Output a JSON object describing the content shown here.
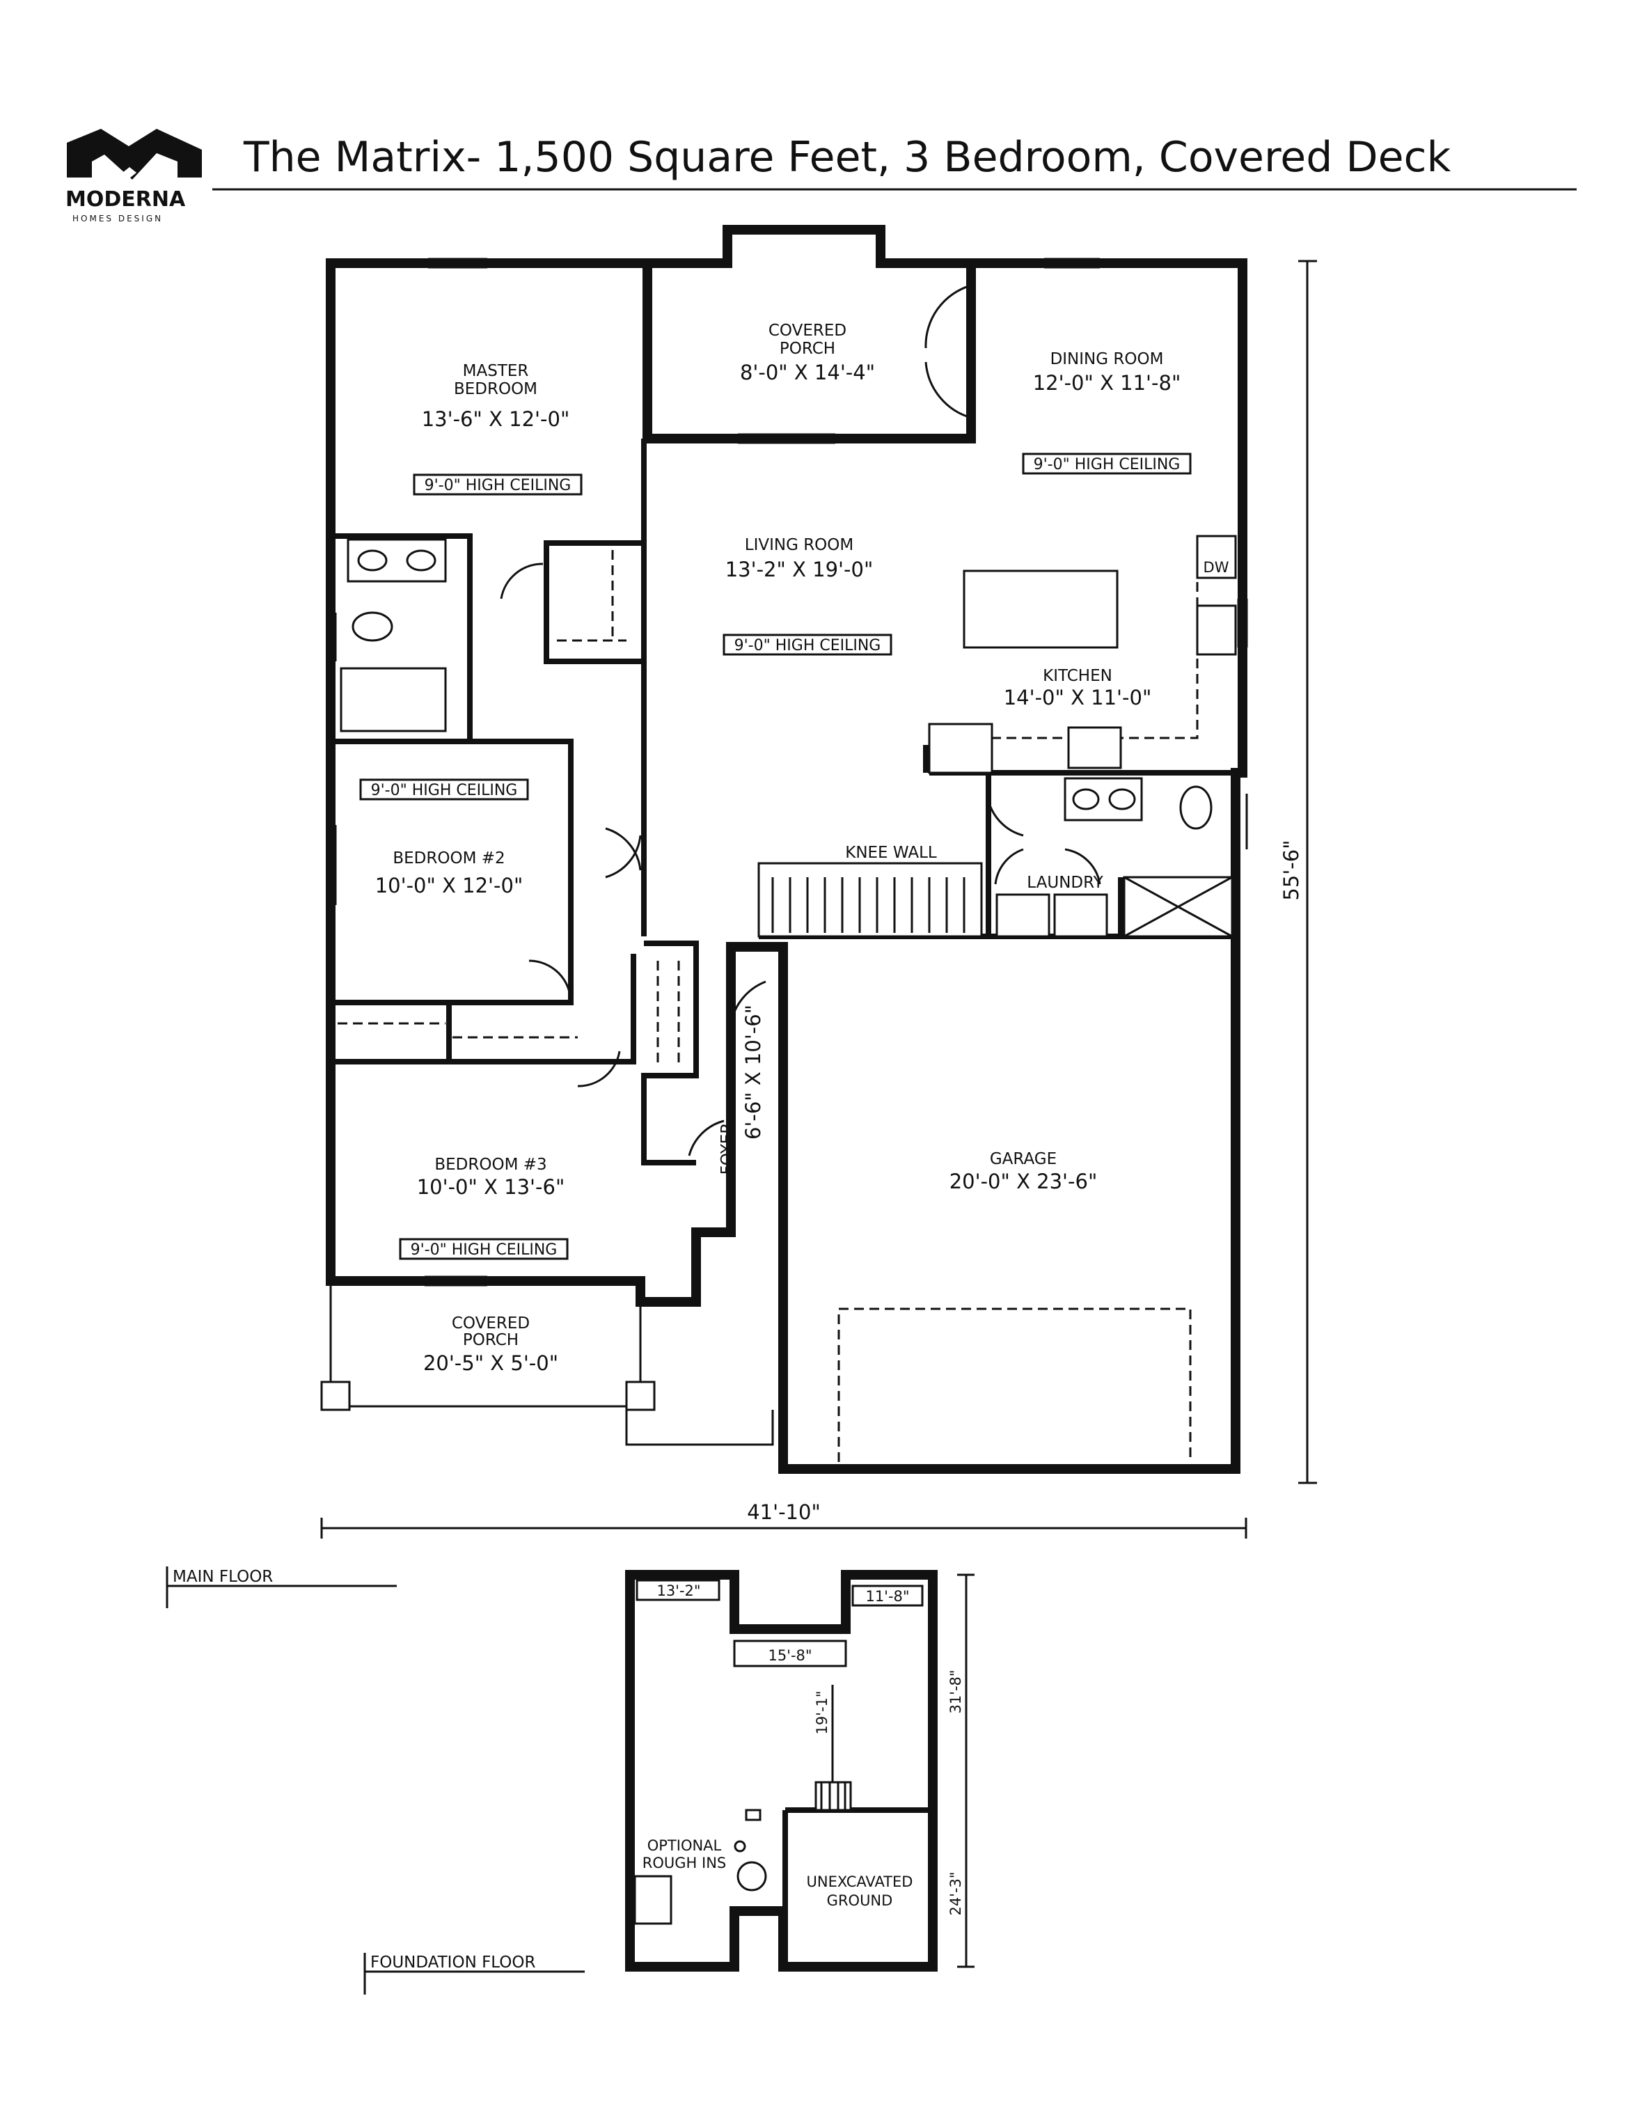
{
  "brand": {
    "name": "MODERNA",
    "sub": "HOMES DESIGN"
  },
  "title": "The  Matrix- 1,500 Square Feet, 3 Bedroom, Covered Deck",
  "main_floor": {
    "label": "MAIN FLOOR",
    "overall_width": "41'-10\"",
    "overall_depth": "55'-6\"",
    "rooms": {
      "covered_porch_rear": {
        "name1": "COVERED",
        "name2": "PORCH",
        "size": "8'-0\" X 14'-4\""
      },
      "master_bedroom": {
        "name1": "MASTER",
        "name2": "BEDROOM",
        "size": "13'-6\" X 12'-0\"",
        "ceiling": "9'-0\" HIGH CEILING"
      },
      "dining_room": {
        "name": "DINING ROOM",
        "size": "12'-0\" X 11'-8\"",
        "ceiling": "9'-0\" HIGH CEILING"
      },
      "living_room": {
        "name": "LIVING ROOM",
        "size": "13'-2\" X 19'-0\"",
        "ceiling": "9'-0\" HIGH CEILING"
      },
      "kitchen": {
        "name": "KITCHEN",
        "size": "14'-0\" X 11'-0\"",
        "dw": "DW"
      },
      "bedroom_2": {
        "name": "BEDROOM #2",
        "size": "10'-0\" X 12'-0\"",
        "ceiling": "9'-0\" HIGH CEILING"
      },
      "knee_wall": "KNEE WALL",
      "laundry": "LAUNDRY",
      "foyer": {
        "name": "FOYER",
        "size": "6'-6\" X 10'-6\""
      },
      "garage": {
        "name": "GARAGE",
        "size": "20'-0\" X 23'-6\""
      },
      "bedroom_3": {
        "name": "BEDROOM #3",
        "size": "10'-0\" X 13'-6\"",
        "ceiling": "9'-0\" HIGH CEILING"
      },
      "covered_porch_front": {
        "name1": "COVERED",
        "name2": "PORCH",
        "size": "20'-5\" X 5'-0\""
      }
    }
  },
  "foundation_floor": {
    "label": "FOUNDATION FLOOR",
    "dims": {
      "left_top": "13'-2\"",
      "right_top": "11'-8\"",
      "middle": "15'-8\"",
      "vertical_mid": "19'-1\"",
      "right_upper": "31'-8\"",
      "right_lower": "24'-3\""
    },
    "optional1": "OPTIONAL",
    "optional2": "ROUGH INS",
    "unexcavated1": "UNEXCAVATED",
    "unexcavated2": "GROUND"
  }
}
